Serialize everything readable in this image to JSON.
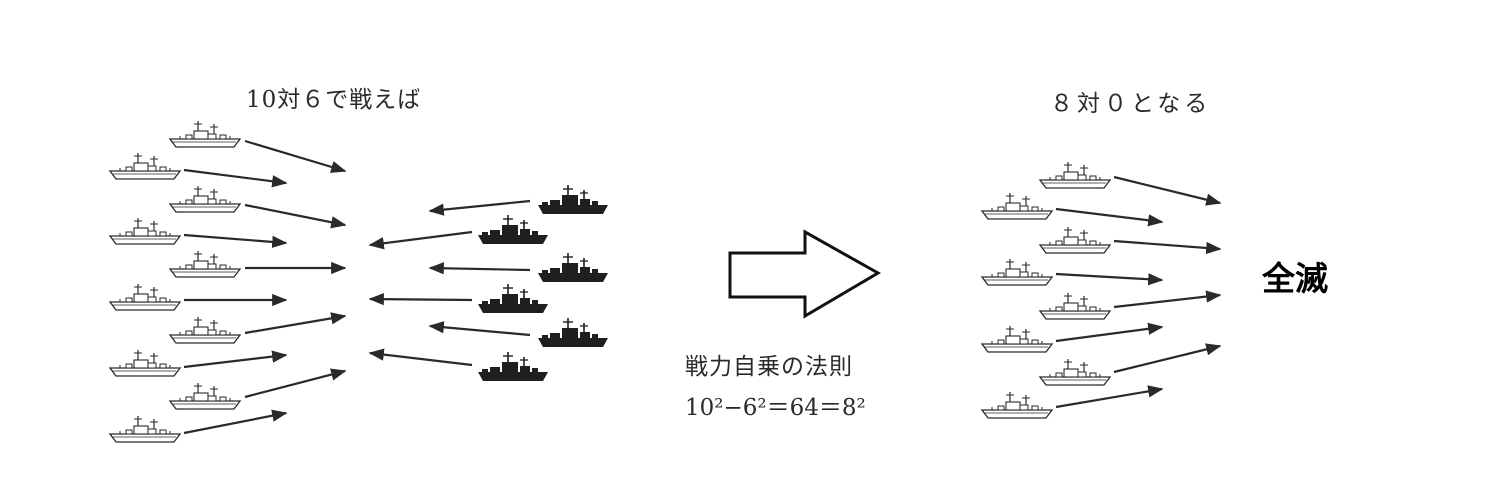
{
  "left_panel": {
    "title": "10対６で戦えば"
  },
  "right_panel": {
    "title": "８対０となる",
    "result": "全滅"
  },
  "law": {
    "title": "戦力自乗の法則",
    "equation": "10²−6²＝64＝8²"
  },
  "colors": {
    "ink": "#2a2a2a",
    "enemy": "#1f1f1f"
  },
  "icons": [
    "friendly-ship-icon",
    "enemy-ship-icon",
    "arrow-right-icon",
    "arrow-left-icon",
    "big-arrow-icon"
  ]
}
